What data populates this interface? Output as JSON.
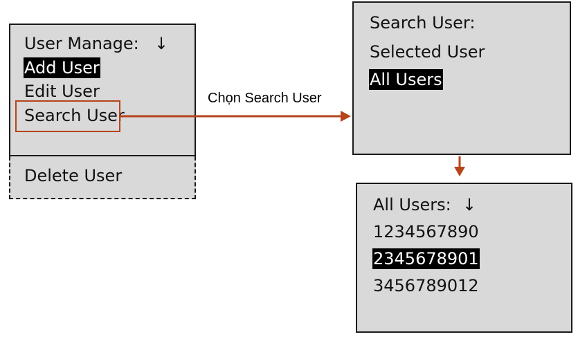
{
  "screen_menu": {
    "title": "User Manage:",
    "title_icon": "↓",
    "items": [
      "Add User",
      "Edit User",
      "Search User"
    ],
    "hidden_item": "Delete User"
  },
  "transition_label": "Chọn Search User",
  "screen_search": {
    "title": "Search User:",
    "items": [
      "Selected User",
      "All Users"
    ]
  },
  "screen_all_users": {
    "title": "All Users:",
    "title_icon": "↓",
    "items": [
      "1234567890",
      "2345678901",
      "3456789012"
    ]
  },
  "colors": {
    "arrow": "#b5451b",
    "screen_bg": "#d9d9d9",
    "highlight_bg": "#000000"
  }
}
